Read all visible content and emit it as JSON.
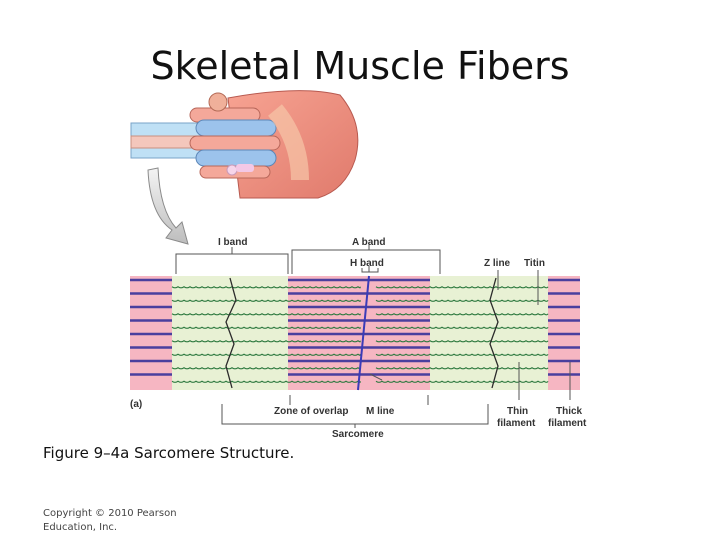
{
  "slide": {
    "title": "Skeletal Muscle Fibers",
    "caption": "Figure 9–4a Sarcomere Structure.",
    "copyright": "Copyright © 2010 Pearson Education, Inc."
  },
  "diagram": {
    "panel_label": "(a)",
    "labels": {
      "i_band": "I band",
      "a_band": "A band",
      "h_band": "H band",
      "z_line": "Z line",
      "titin": "Titin",
      "zone_of_overlap": "Zone of overlap",
      "m_line": "M line",
      "sarcomere": "Sarcomere",
      "thin_filament_1": "Thin",
      "thin_filament_2": "filament",
      "thick_filament_1": "Thick",
      "thick_filament_2": "filament"
    }
  },
  "colors": {
    "background": "#ffffff",
    "i_band_fill": "#e8f1d4",
    "a_band_fill": "#f6b6c2",
    "thick_filament": "#4a3f9e",
    "thin_filament": "#2f7a40",
    "muscle_pink": "#f08a80",
    "myofibril_blue": "#8fb8e8"
  }
}
